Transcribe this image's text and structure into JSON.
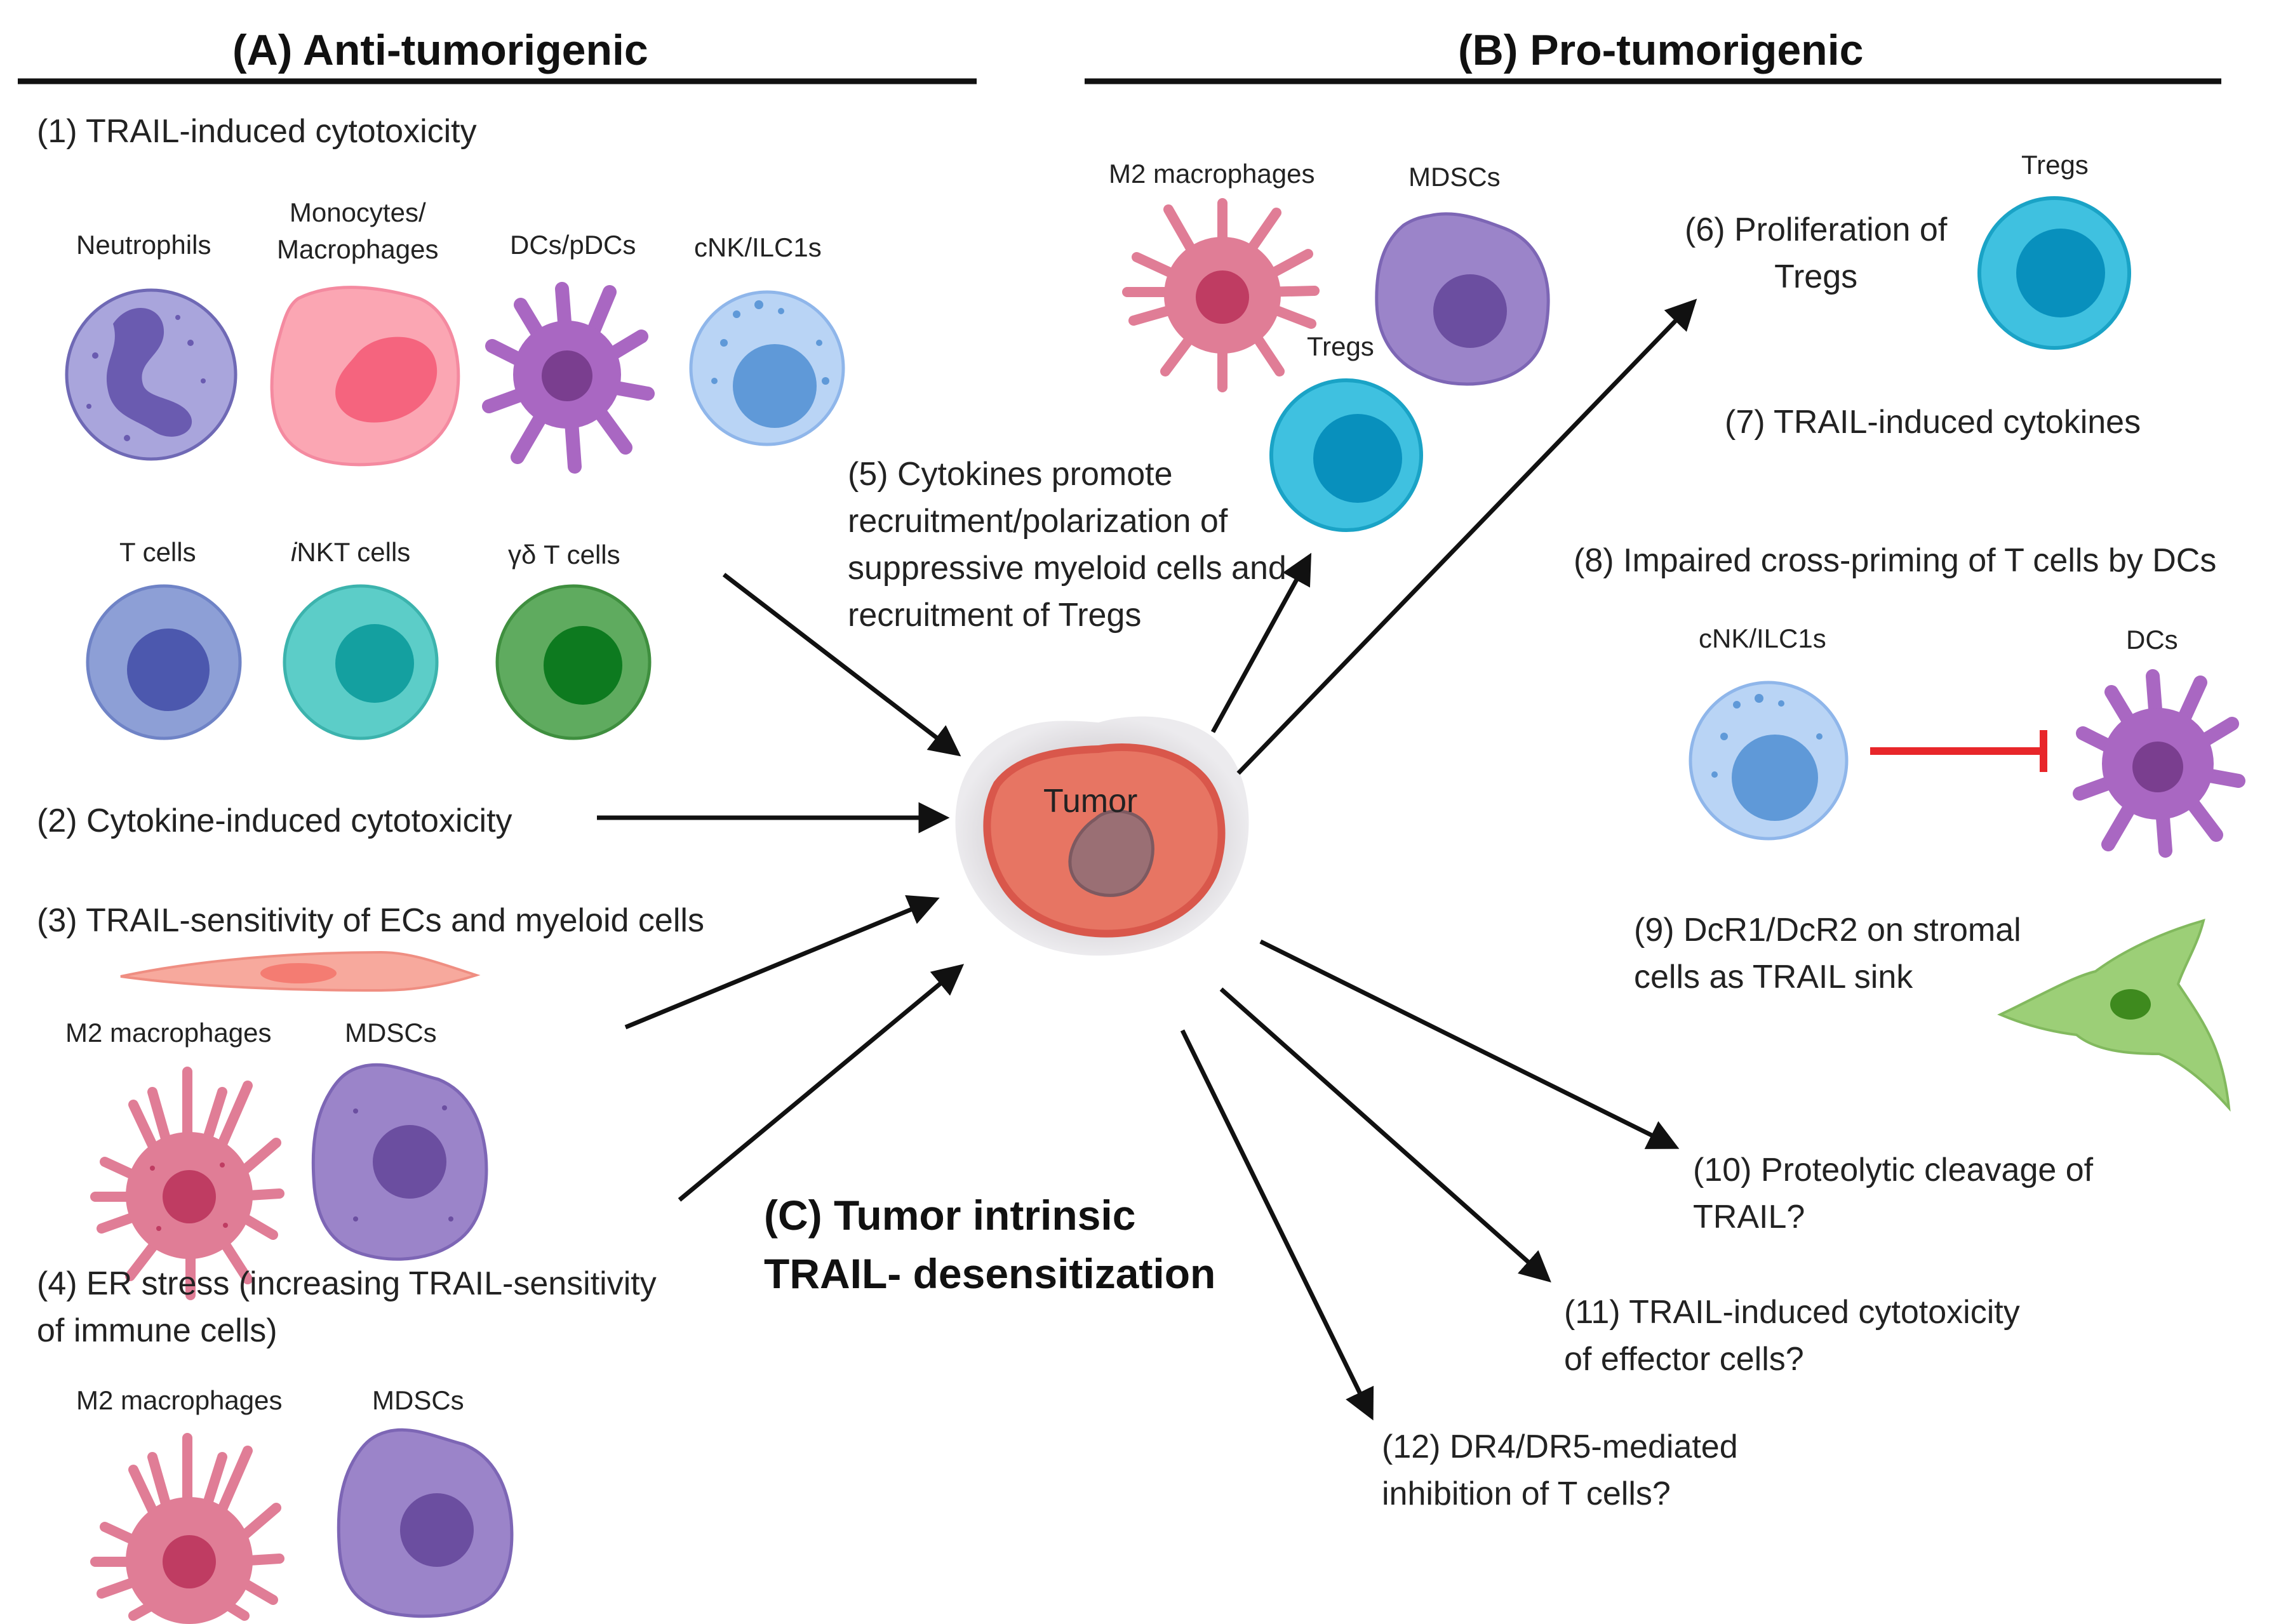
{
  "sections": {
    "a_title": "(A) Anti-tumorigenic",
    "b_title": "(B) Pro-tumorigenic",
    "c_title": [
      "(C) Tumor intrinsic",
      "TRAIL- desensitization"
    ]
  },
  "tumor_label": "Tumor",
  "items": {
    "i1": "(1) TRAIL-induced cytotoxicity",
    "i2": "(2) Cytokine-induced cytotoxicity",
    "i3": "(3) TRAIL-sensitivity of ECs and myeloid cells",
    "i4": [
      "(4) ER stress (increasing TRAIL-sensitivity",
      "of immune cells)"
    ],
    "i5": [
      "(5) Cytokines promote",
      "recruitment/polarization of",
      "suppressive myeloid cells and",
      "recruitment of Tregs"
    ],
    "i6": [
      "(6) Proliferation of",
      "Tregs"
    ],
    "i7": "(7) TRAIL-induced cytokines",
    "i8": "(8) Impaired cross-priming of T cells by DCs",
    "i9": [
      "(9) DcR1/DcR2 on stromal",
      "cells as TRAIL sink"
    ],
    "i10": [
      "(10) Proteolytic cleavage of",
      "TRAIL?"
    ],
    "i11": [
      "(11) TRAIL-induced cytotoxicity",
      "of effector cells?"
    ],
    "i12": [
      "(12) DR4/DR5-mediated",
      "inhibition of T cells?"
    ]
  },
  "cell_labels": {
    "neutrophils": "Neutrophils",
    "monocytes": [
      "Monocytes/",
      "Macrophages"
    ],
    "dcs_pdcs": "DCs/pDCs",
    "cnk_ilc1s": "cNK/ILC1s",
    "t_cells": "T cells",
    "inkt_prefix": "i",
    "inkt": "NKT cells",
    "gd_t": "γδ T cells",
    "m2_a3": "M2 macrophages",
    "mdscs_a3": "MDSCs",
    "m2_a4": "M2 macrophages",
    "mdscs_a4": "MDSCs",
    "m2_b5": "M2 macrophages",
    "mdscs_b5": "MDSCs",
    "tregs_b5": "Tregs",
    "tregs_b6": "Tregs",
    "cnk_b8": "cNK/ILC1s",
    "dcs_b8": "DCs"
  },
  "colors": {
    "neutrophil": "#a9a5dc",
    "macrophage": "#fba6b3",
    "dc": "#a967c2",
    "nk": "#b9d4f5",
    "tcell": "#8d9fd6",
    "inkt": "#5ccdc8",
    "gdt": "#5fab5f",
    "m2": "#e07d96",
    "mdsc": "#9b84c9",
    "treg": "#3fc1e0",
    "tumor": "#e77563",
    "stromal": "#9ccf77",
    "arrow": "#111111",
    "inhibit": "#e8262a"
  },
  "icons": [
    "neutrophil-icon",
    "macrophage-icon",
    "dendritic-cell-icon",
    "nk-cell-icon",
    "t-cell-icon",
    "inkt-cell-icon",
    "gamma-delta-t-cell-icon",
    "endothelial-cell-icon",
    "m2-macrophage-icon",
    "mdsc-icon",
    "treg-icon",
    "tumor-icon",
    "stromal-cell-icon",
    "inhibition-arrow-icon"
  ]
}
